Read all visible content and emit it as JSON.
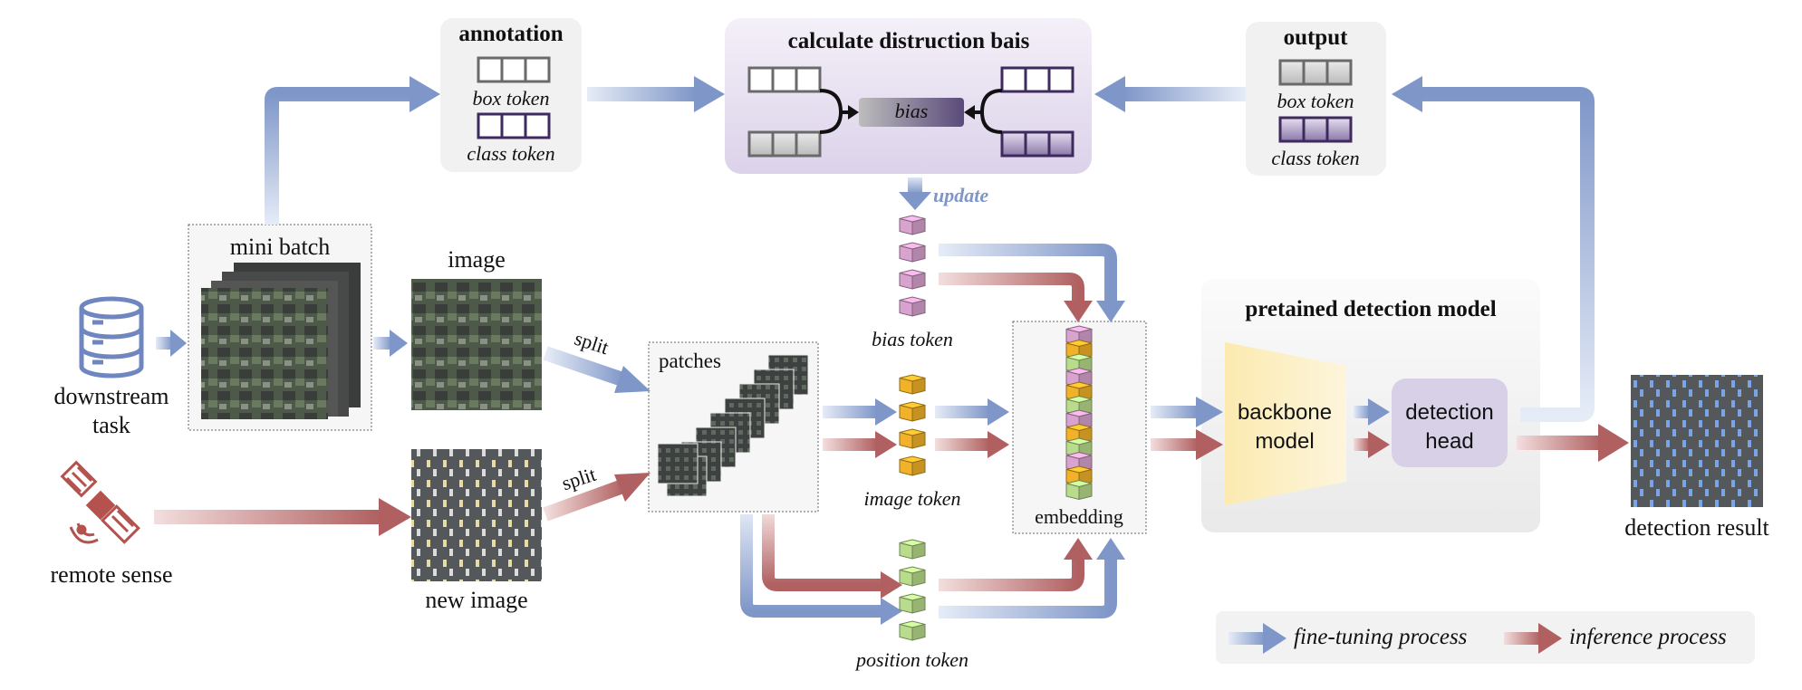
{
  "sources": {
    "downstream_task": "downstream\ntask",
    "remote_sense": "remote sense"
  },
  "mini_batch": {
    "label": "mini batch"
  },
  "image": {
    "label": "image"
  },
  "new_image": {
    "label": "new image"
  },
  "split_label_top": "split",
  "split_label_bottom": "split",
  "patches": {
    "label": "patches"
  },
  "annotation": {
    "title": "annotation",
    "box_token": "box token",
    "class_token": "class token"
  },
  "bias_panel": {
    "title": "calculate distruction bais",
    "bias": "bias",
    "update": "update"
  },
  "output": {
    "title": "output",
    "box_token": "box token",
    "class_token": "class token"
  },
  "tokens": {
    "bias_token": "bias token",
    "image_token": "image token",
    "position_token": "position token",
    "embedding": "embedding"
  },
  "model": {
    "title": "pretained detection model",
    "backbone": "backbone\nmodel",
    "head": "detection\nhead"
  },
  "detection_result": "detection result",
  "legend": {
    "fine_tuning": "fine-tuning process",
    "inference": "inference process"
  },
  "colors": {
    "blue_arrow": "#7f96c8",
    "red_arrow": "#b06060",
    "box_token_border": "#6a6a6a",
    "class_token_border": "#3e2a5e",
    "bias_cube": "#d9a3cf",
    "image_cube": "#f1b22a",
    "position_cube": "#b9dc8c",
    "backbone_fill": "#fcefc0",
    "head_fill": "#d8d0e6",
    "panel_purple": "#e3d9ee"
  },
  "icons": {
    "downstream": "database-icon",
    "remote": "satellite-icon"
  }
}
